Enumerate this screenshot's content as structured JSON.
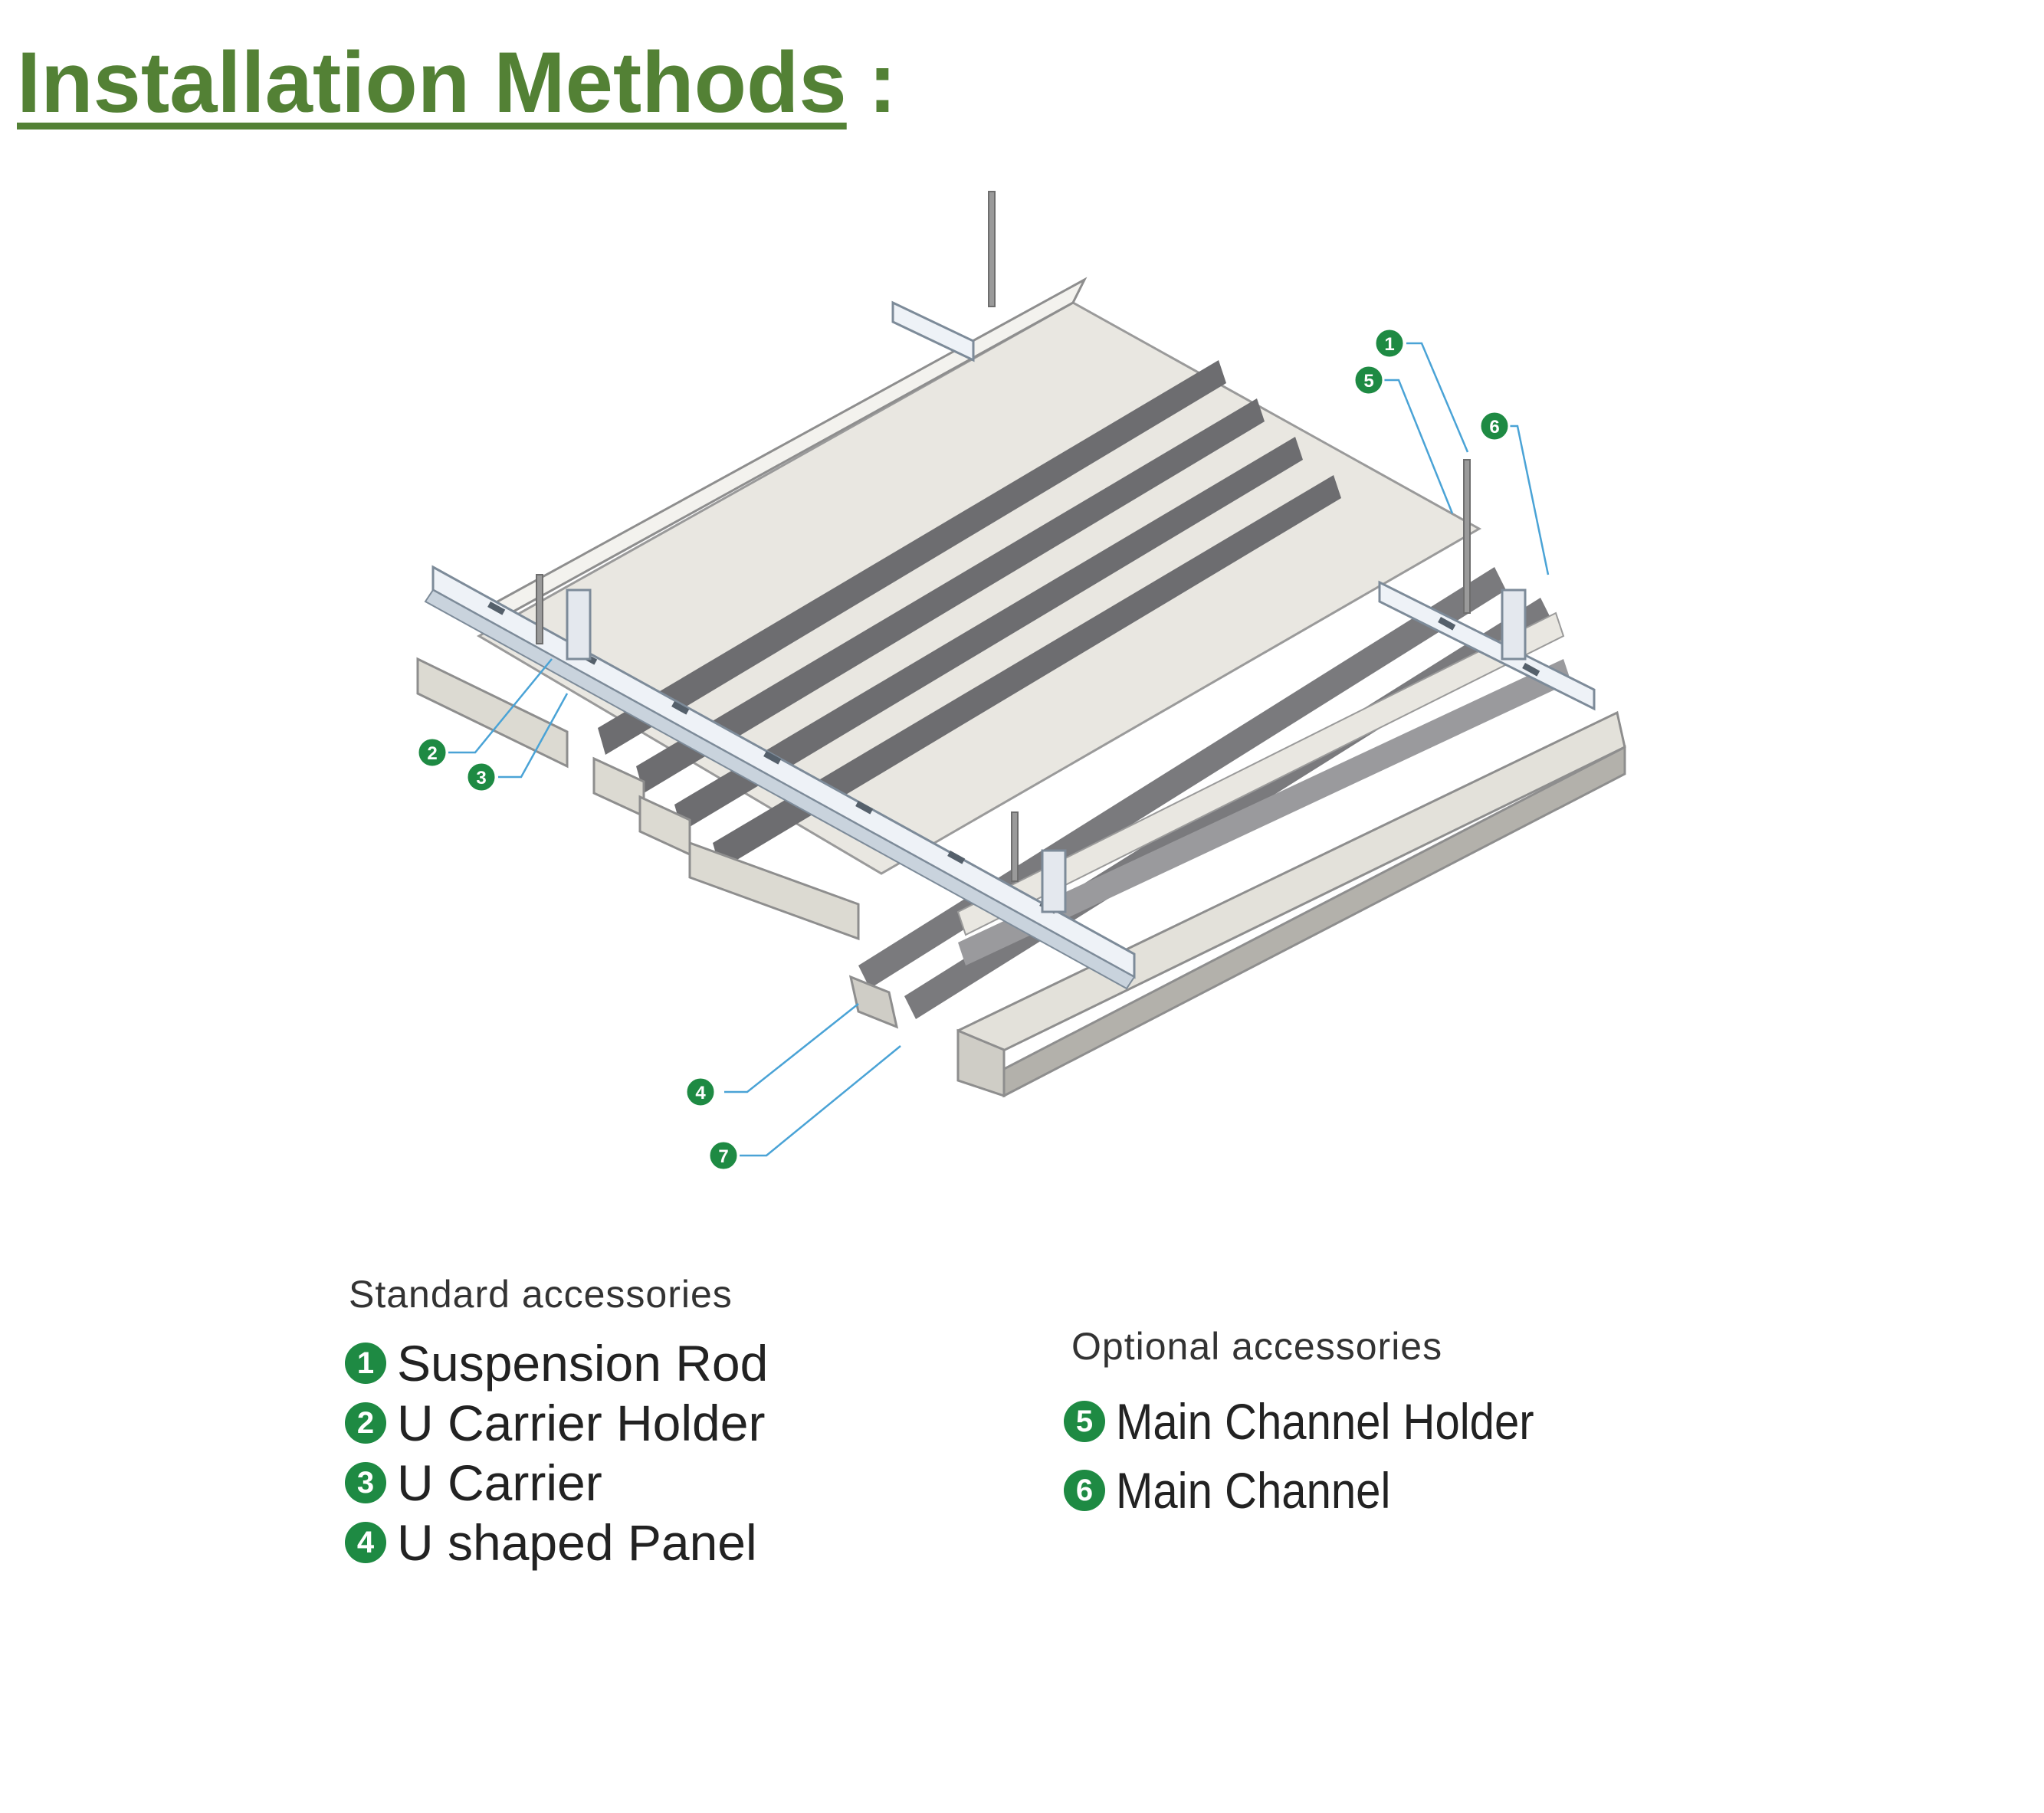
{
  "header": {
    "title": "Installation Methods",
    "colon": ":"
  },
  "colors": {
    "title": "#538135",
    "badge": "#1e8a43",
    "leader": "#4aa3d6"
  },
  "diagram": {
    "callouts": [
      {
        "num": "1"
      },
      {
        "num": "5"
      },
      {
        "num": "6"
      },
      {
        "num": "2"
      },
      {
        "num": "3"
      },
      {
        "num": "4"
      },
      {
        "num": "7"
      }
    ]
  },
  "standard": {
    "heading": "Standard accessories",
    "items": [
      {
        "num": "1",
        "label": "Suspension Rod"
      },
      {
        "num": "2",
        "label": "U Carrier Holder"
      },
      {
        "num": "3",
        "label": "U Carrier"
      },
      {
        "num": "4",
        "label": "U shaped Panel"
      }
    ]
  },
  "optional": {
    "heading": "Optional accessories",
    "items": [
      {
        "num": "5",
        "label": "Main Channel Holder"
      },
      {
        "num": "6",
        "label": "Main Channel"
      }
    ]
  }
}
